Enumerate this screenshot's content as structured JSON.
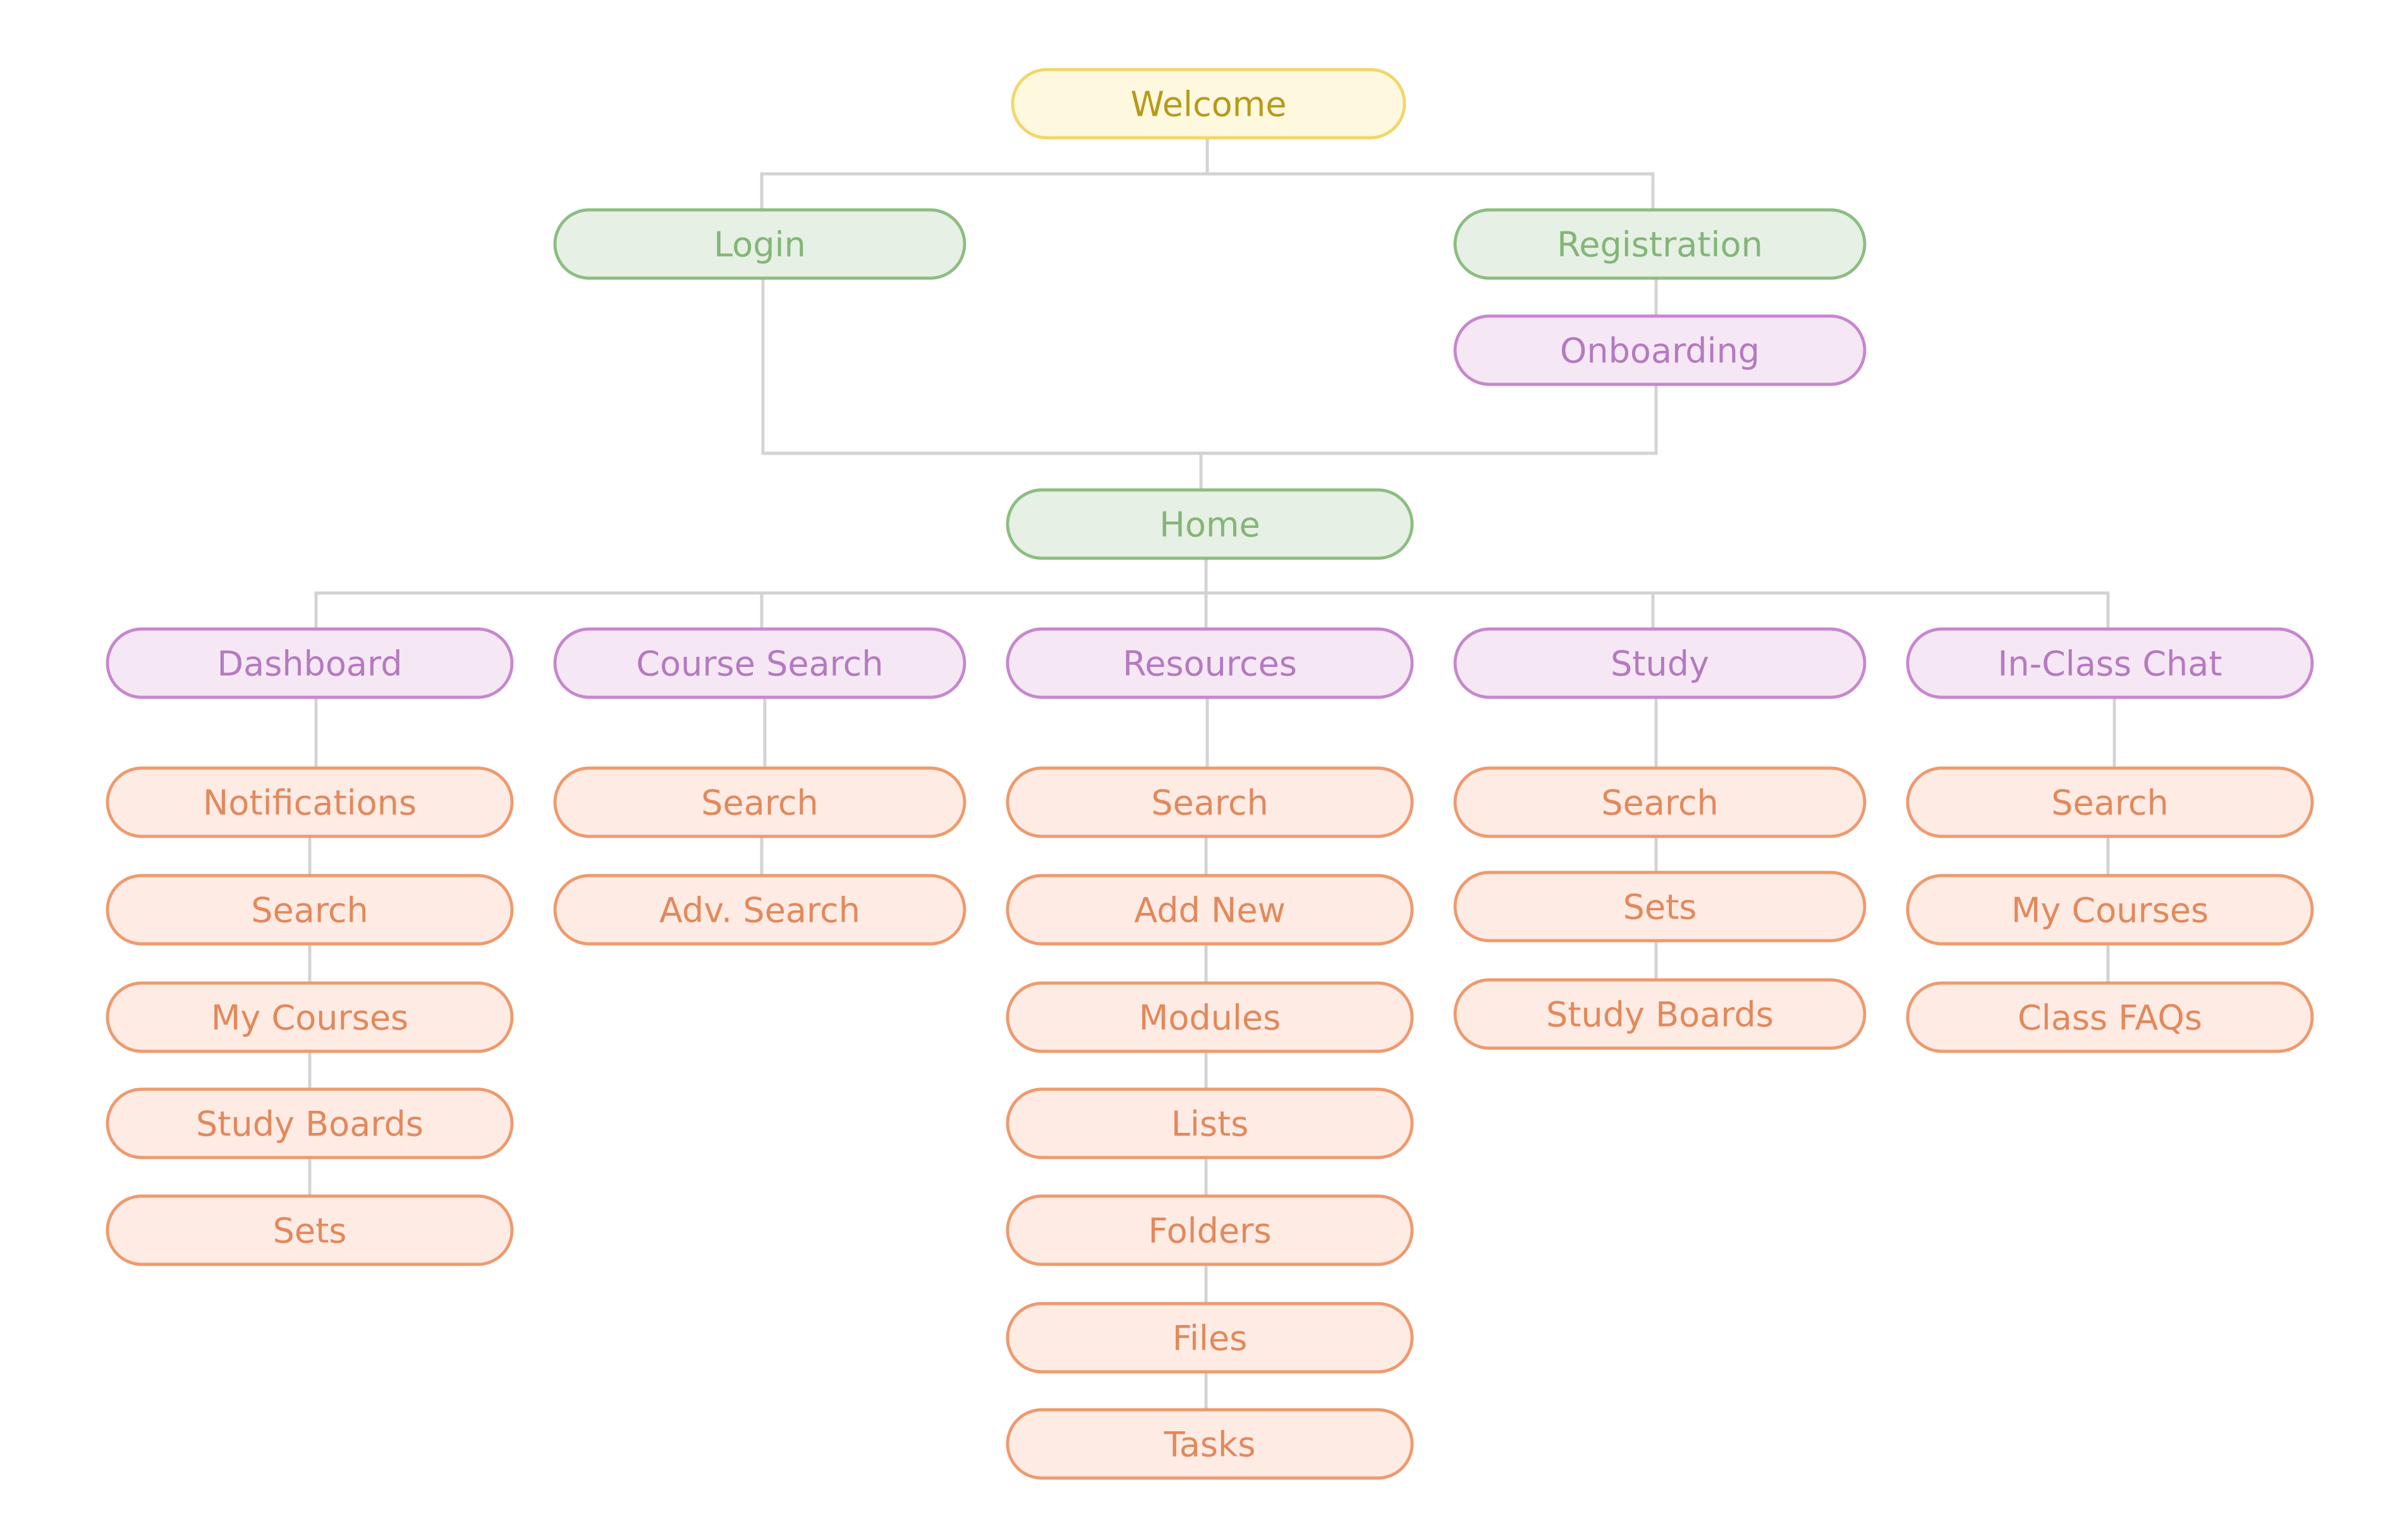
{
  "colors": {
    "connector": "#d3d3d3",
    "entry": {
      "fill": "#fef8de",
      "stroke": "#f1d66a",
      "text": "#b79a1a"
    },
    "auth": {
      "fill": "#e6f0e4",
      "stroke": "#8dbd82",
      "text": "#84b578"
    },
    "section": {
      "fill": "#f5e8f4",
      "stroke": "#c787cf",
      "text": "#b57ac0"
    },
    "page": {
      "fill": "#fdebe4",
      "stroke": "#ee9a6e",
      "text": "#e2895c"
    }
  },
  "nodes": {
    "welcome": "Welcome",
    "login": "Login",
    "registration": "Registration",
    "onboarding": "Onboarding",
    "home": "Home",
    "dashboard": "Dashboard",
    "course_search": "Course Search",
    "resources": "Resources",
    "study": "Study",
    "in_class_chat": "In-Class Chat"
  },
  "children": {
    "dashboard": [
      "Notifications",
      "Search",
      "My Courses",
      "Study Boards",
      "Sets"
    ],
    "course_search": [
      "Search",
      "Adv. Search"
    ],
    "resources": [
      "Search",
      "Add New",
      "Modules",
      "Lists",
      "Folders",
      "Files",
      "Tasks"
    ],
    "study": [
      "Search",
      "Sets",
      "Study Boards"
    ],
    "in_class_chat": [
      "Search",
      "My Courses",
      "Class FAQs"
    ]
  }
}
